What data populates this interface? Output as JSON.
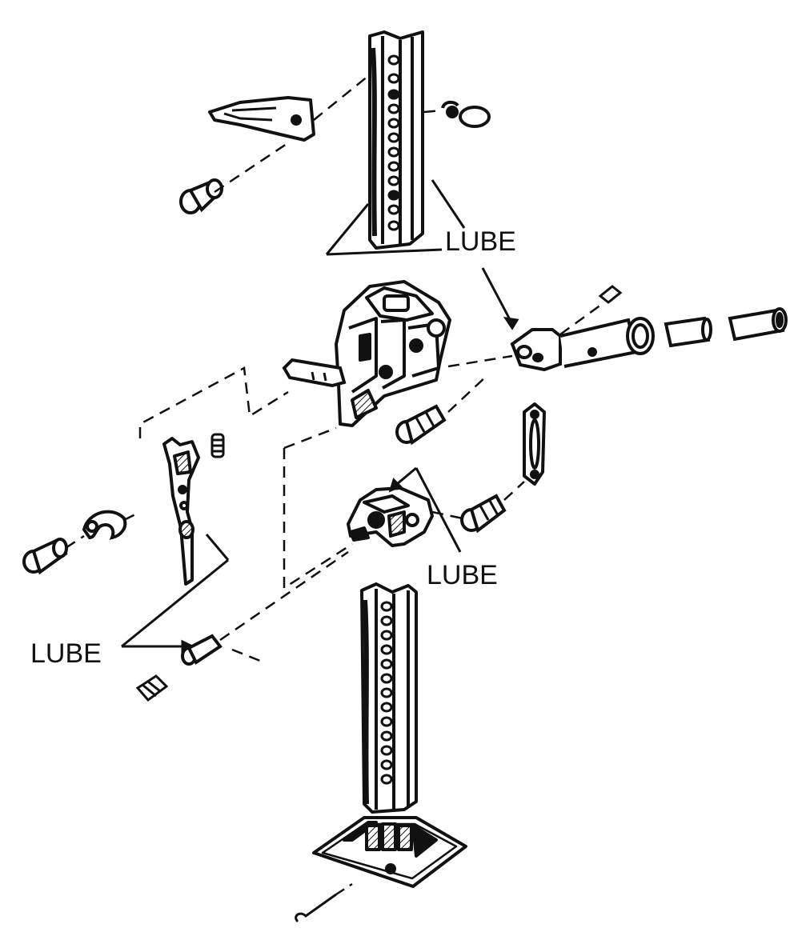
{
  "labels": {
    "lube_top": "LUBE",
    "lube_middle": "LUBE",
    "lube_left": "LUBE"
  },
  "colors": {
    "ink": "#111111",
    "paper": "#ffffff"
  }
}
